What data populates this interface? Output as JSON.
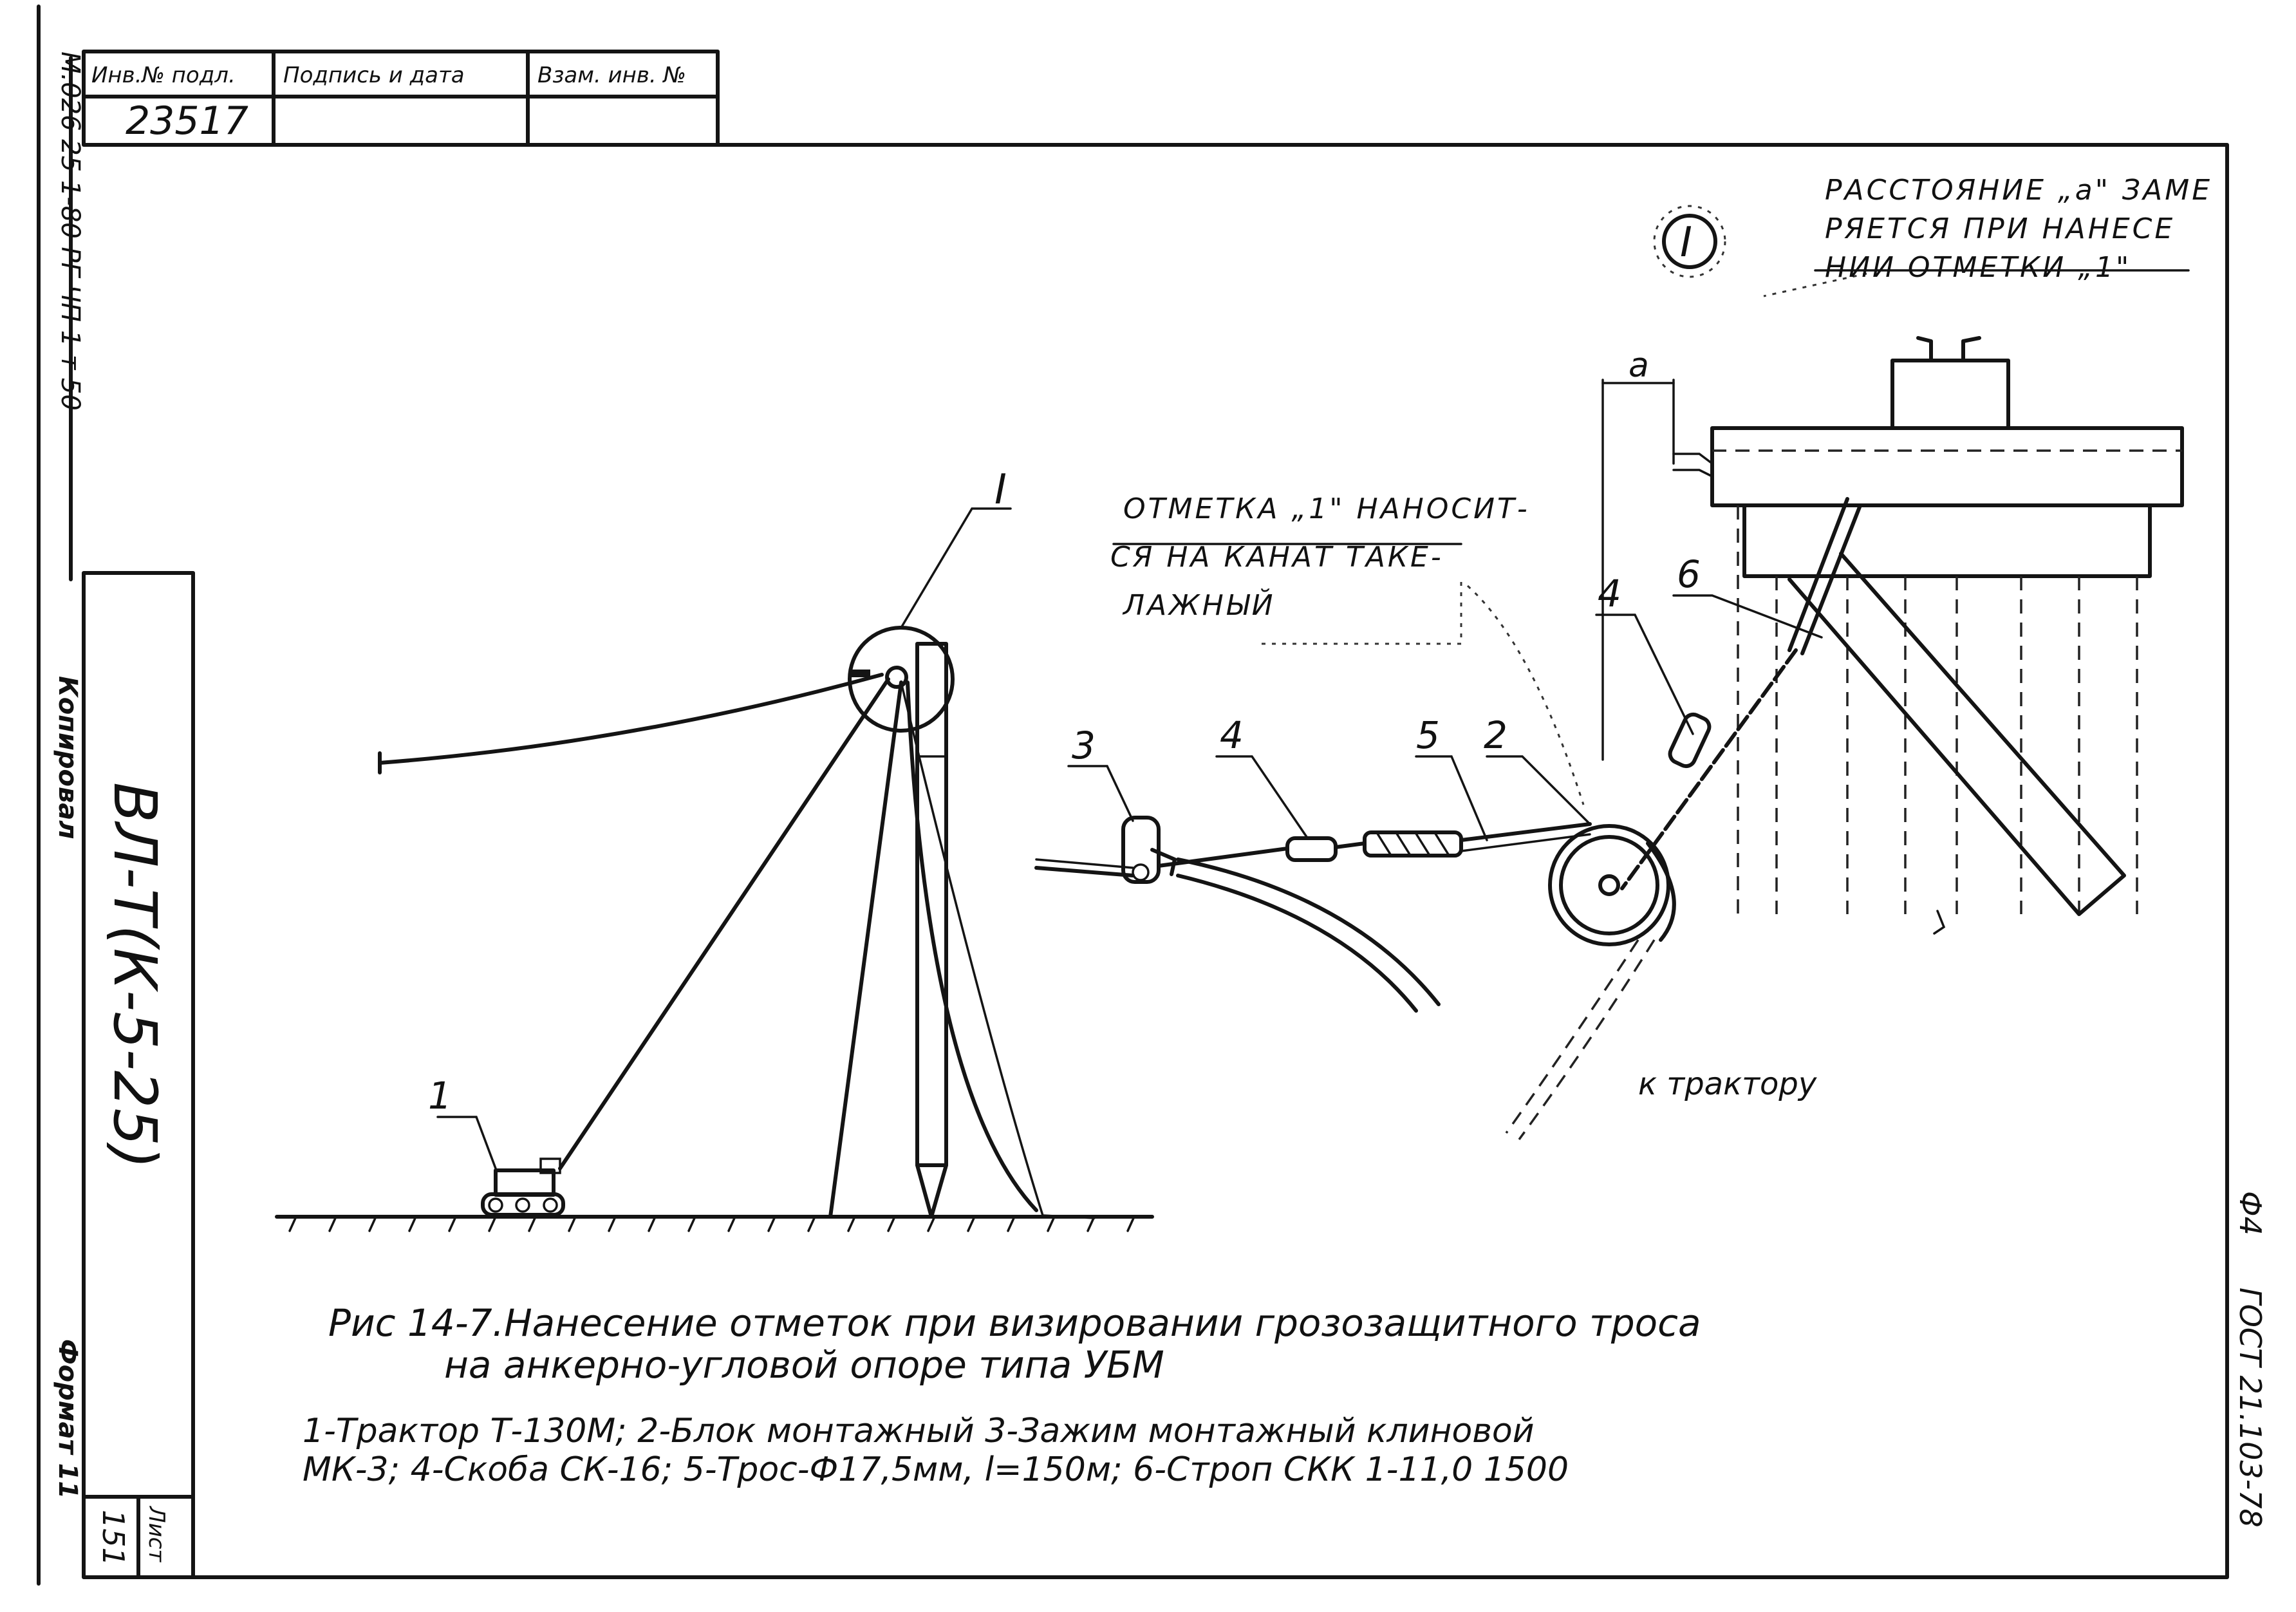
{
  "stamp": {
    "col1_header": "Инв.№ подл.",
    "col2_header": "Подпись и дата",
    "col3_header": "Взам. инв. №",
    "inventory_number": "23517"
  },
  "left_margin": {
    "top_text": "М.026 25 1-80 РГ ЧП 1 т 50",
    "copy_label": "Копировал",
    "format_label": "Формат 11"
  },
  "side_block": {
    "project_code": "ВЛ-Т(К-5-25)",
    "sheet_label": "Лист",
    "sheet_number": "151"
  },
  "right_margin": {
    "sheet_mark": "Ф4",
    "standard": "ГОСТ 21.103-78"
  },
  "callouts": {
    "detail_mark": "I",
    "circle_mark": "I",
    "note_top": [
      "РАССТОЯНИЕ „а\" ЗАМЕ",
      "РЯЕТСЯ ПРИ НАНЕСЕ",
      "НИИ ОТМЕТКИ „1\""
    ],
    "note_mid": [
      "ОТМЕТКА „1\" НАНОСИТ-",
      "СЯ НА КАНАТ ТАКЕ-",
      "ЛАЖНЫЙ"
    ],
    "dim_a": "а",
    "to_tractor": "к трактору"
  },
  "labels": {
    "n1": "1",
    "n2": "2",
    "n3": "3",
    "n4a": "4",
    "n4b": "4",
    "n5": "5",
    "n6": "6"
  },
  "caption": {
    "line1": "Рис 14-7.Нанесение отметок при визировании грозозащитного троса",
    "line2": "на анкерно-угловой опоре типа УБМ"
  },
  "legend": {
    "line1": "1-Трактор Т-130М; 2-Блок монтажный 3-Зажим монтажный клиновой",
    "line2": "МК-3; 4-Скоба СК-16; 5-Трос-Ф17,5мм, l=150м; 6-Строп СКК 1-11,0 1500"
  }
}
